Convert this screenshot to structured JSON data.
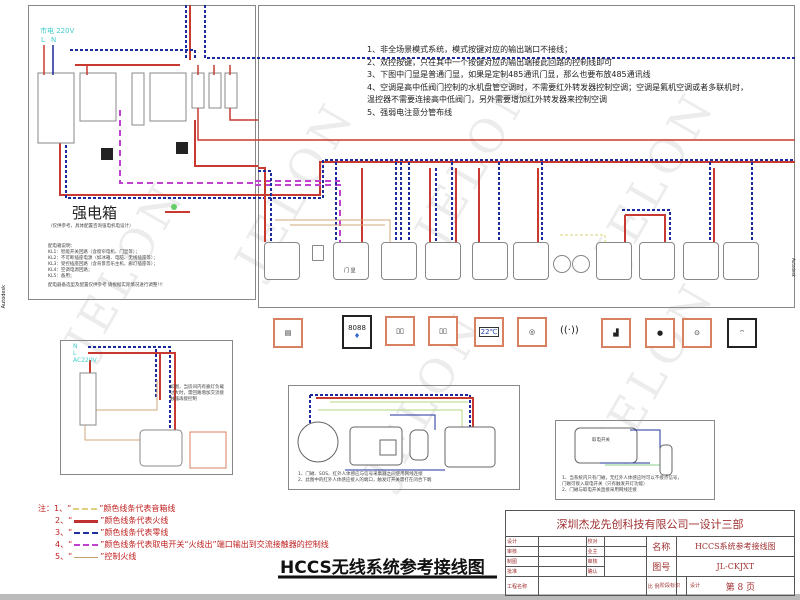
{
  "watermark": "JELON",
  "side_labels": {
    "left": "Autodesk",
    "right": "Autodesk"
  },
  "notes": [
    "1、非全场景模式系统，模式按键对应的输出端口不接线；",
    "2、双控按键，只在其中一个按键对应的输出端接此回路的控制线即可",
    "3、下图中门显是普通门显，如果是定制485通讯门显，那么也要布放485通讯线",
    "4、空调是高中低阀门控制的水机盘管空调时，不需要红外转发器控制空调；空调是氟机空调或者多联机时，",
    "温控器不需要连接高中低阀门，另外需要增加红外转发器来控制空调",
    "5、强弱电注意分管布线"
  ],
  "power_box": {
    "supply_label": "市电  220V",
    "l": "L",
    "n": "N",
    "title": "强电箱",
    "subtitle": "（仅供参考，具体配置咨询强电机电设计）",
    "circuit_heading": "配电箱说明：",
    "circuits": [
      "KL1：智能开关回路（含窗帘电机、门显等）；",
      "KL2：不可断插座电源（如冰箱、电脑、无线插座等）；",
      "KL3：受控插座回路（含背景音乐主机、廊灯插座等）；",
      "KL4：空调电源回路；",
      "KL5：备用；"
    ],
    "footer": "配电器备选型及配置仅供参考 请根据实际情况进行调整!!!"
  },
  "sub_diagram_left": {
    "n": "N",
    "l": "L",
    "voltage": "AC220V",
    "note": "如图，当房间内有廊灯负载过大时，需回路增加交流接触器再接控制"
  },
  "sub_diagram_center": {
    "notes": [
      "1、门磁、SOS、红外人体感应与信号采集器之间使用网线连接",
      "2、此图中的红外人体感应接入的端口，触发灯开关需打在闭合下端"
    ]
  },
  "sub_diagram_right": {
    "device": "取电开关",
    "notes": [
      "1、当系统内只有门磁，无红外人体感应时可以不接点信号，",
      "门磁可接入取电开关（只有触发开灯功能）",
      "2、门磁与取电开关直接采用网线连接"
    ]
  },
  "devices": {
    "door_display": "门 显",
    "display_8088": "8088",
    "thermostat_temp": "22℃"
  },
  "legend": {
    "prefix": "注：",
    "items": [
      {
        "num": "1、",
        "text": "颜色线条代表音箱线",
        "color": "#e0d080",
        "style": "dashed"
      },
      {
        "num": "2、",
        "text": "颜色线条代表火线",
        "color": "#c03030",
        "style": "solid"
      },
      {
        "num": "3、",
        "text": "颜色线条代表零线",
        "color": "#2030a0",
        "style": "dashed"
      },
      {
        "num": "4、",
        "text": "颜色线条代表取电开关“火线出”端口输出到交流接触器的控制线",
        "color": "#c040d0",
        "style": "dashed"
      },
      {
        "num": "5、",
        "text": "控制火线",
        "color": "#c8a070",
        "style": "solid"
      }
    ]
  },
  "drawing_title": "HCCS无线系统参考接线图",
  "title_block": {
    "company": "深圳杰龙先创科技有限公司一设计三部",
    "left_labels": [
      "设计",
      "审核",
      "制图",
      "批准",
      "校对",
      "业主",
      "审核",
      "确认"
    ],
    "project_label": "工程名称",
    "name_label": "名称",
    "name_value": "HCCS系统参考接线图",
    "number_label": "图号",
    "number_value": "JL-CKJXT",
    "scale_label": "比 例",
    "stage_label": "阶段标识",
    "stage_value": "设计",
    "page": "第 8 页"
  },
  "colors": {
    "live": "#c83a30",
    "neutral": "#1c2a9c",
    "control": "#c040d0",
    "speaker": "#d8d070",
    "control_live": "#d0a878",
    "accent_text": "#c02020"
  }
}
